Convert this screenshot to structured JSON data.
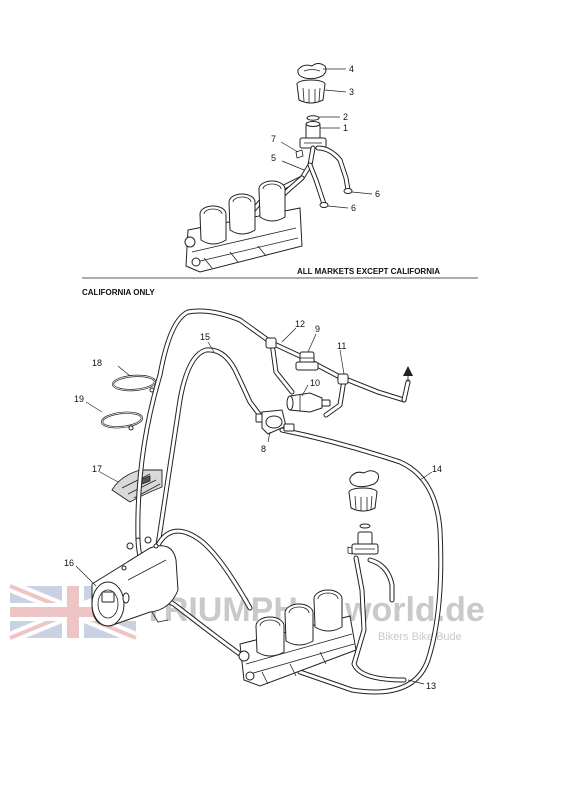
{
  "headings": {
    "all_markets": "ALL MARKETS EXCEPT CALIFORNIA",
    "california": "CALIFORNIA ONLY"
  },
  "callouts": {
    "top": [
      "4",
      "3",
      "2",
      "1",
      "7",
      "5",
      "6",
      "6"
    ],
    "bottom": [
      "12",
      "9",
      "15",
      "11",
      "18",
      "10",
      "19",
      "8",
      "14",
      "17",
      "16",
      "13"
    ]
  },
  "watermark": {
    "main_left": "TRIUMPH",
    "main_right": "world.de",
    "sub": "Bikers Bike Bude"
  },
  "colors": {
    "line": "#222222",
    "watermark": "#c9c9c9",
    "flag_red": "#e3a0a0",
    "flag_blue": "#a8b4cf"
  }
}
